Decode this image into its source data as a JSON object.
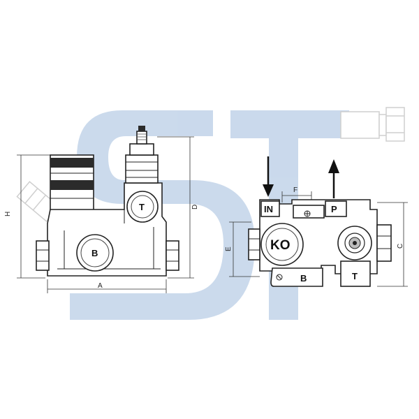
{
  "watermark": {
    "color": "#b9cde6"
  },
  "front_view": {
    "labels": {
      "port_b": "B",
      "port_t": "T",
      "dim_a": "A",
      "dim_h": "H",
      "dim_d": "D"
    }
  },
  "side_view": {
    "labels": {
      "port_in": "IN",
      "port_p": "P",
      "ko": "KO",
      "port_b": "B",
      "port_t": "T",
      "dim_f": "F",
      "dim_e": "E",
      "dim_c": "C"
    },
    "arrows": {
      "in_direction": "down",
      "p_direction": "up"
    }
  }
}
